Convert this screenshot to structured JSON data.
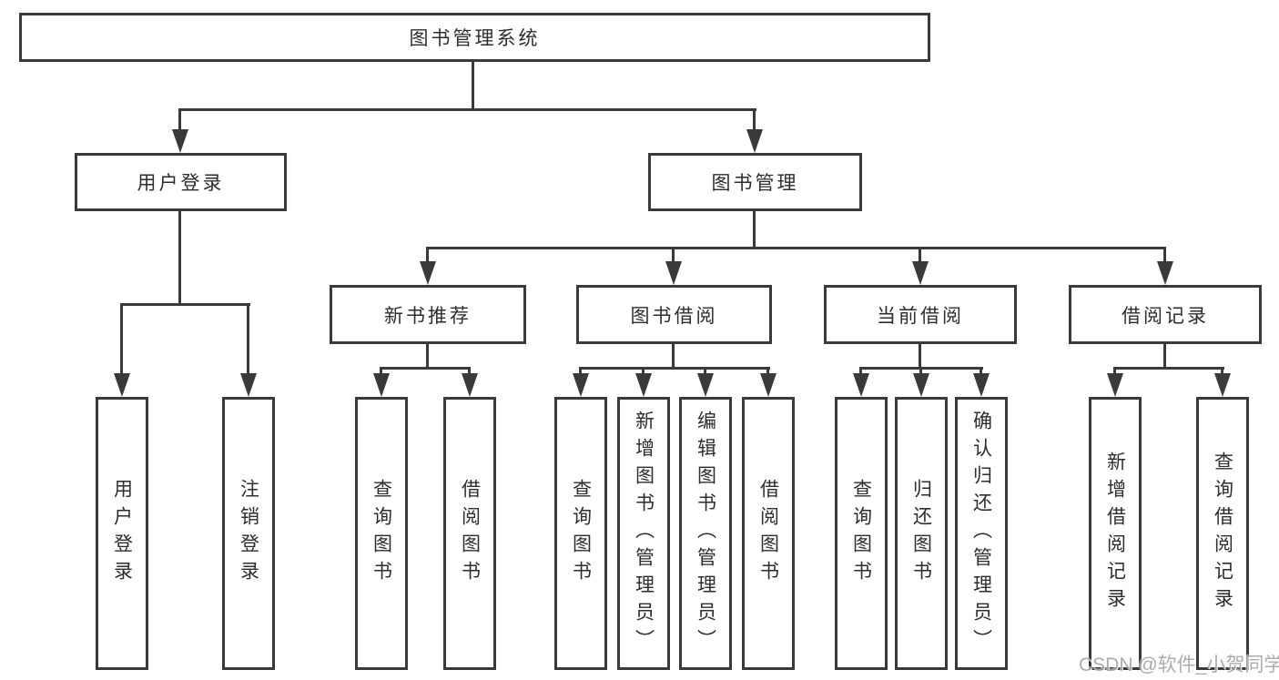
{
  "colors": {
    "line": "#3a3a3a",
    "text": "#2d2d2d",
    "box_background": "#ffffff",
    "page_background": "#ffffff",
    "watermark": "#9e9e9e"
  },
  "watermark": {
    "text": "CSDN @软件_小贺同学"
  },
  "tree": {
    "root": {
      "label": "图书管理系统",
      "children": [
        {
          "label": "用户登录",
          "children": [
            {
              "label": "用户登录"
            },
            {
              "label": "注销登录"
            }
          ]
        },
        {
          "label": "图书管理",
          "children": [
            {
              "label": "新书推荐",
              "children": [
                {
                  "label": "查询图书"
                },
                {
                  "label": "借阅图书"
                }
              ]
            },
            {
              "label": "图书借阅",
              "children": [
                {
                  "label": "查询图书"
                },
                {
                  "label": "新增图书（管理员）"
                },
                {
                  "label": "编辑图书（管理员）"
                },
                {
                  "label": "借阅图书"
                }
              ]
            },
            {
              "label": "当前借阅",
              "children": [
                {
                  "label": "查询图书"
                },
                {
                  "label": "归还图书"
                },
                {
                  "label": "确认归还（管理员）"
                }
              ]
            },
            {
              "label": "借阅记录",
              "children": [
                {
                  "label": "新增借阅记录"
                },
                {
                  "label": "查询借阅记录"
                }
              ]
            }
          ]
        }
      ]
    }
  }
}
